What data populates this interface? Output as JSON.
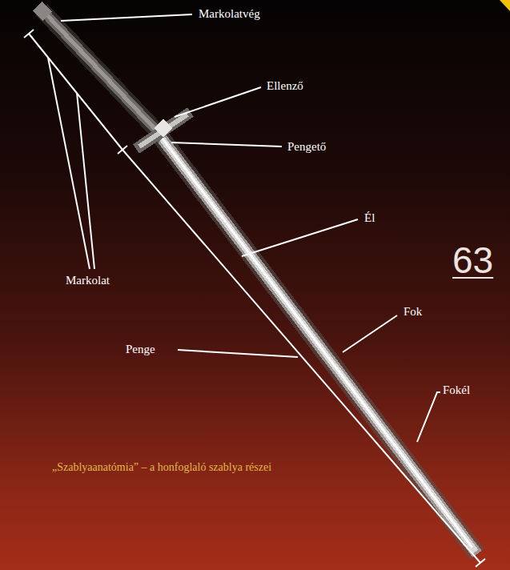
{
  "diagram": {
    "caption": "„Szablyaanatómia” – a honfoglaló szablya részei",
    "labels": [
      "Markolatvég",
      "Ellenző",
      "Pengető",
      "Él",
      "Markolat",
      "Fok",
      "Penge",
      "Fokél",
      "63"
    ]
  }
}
